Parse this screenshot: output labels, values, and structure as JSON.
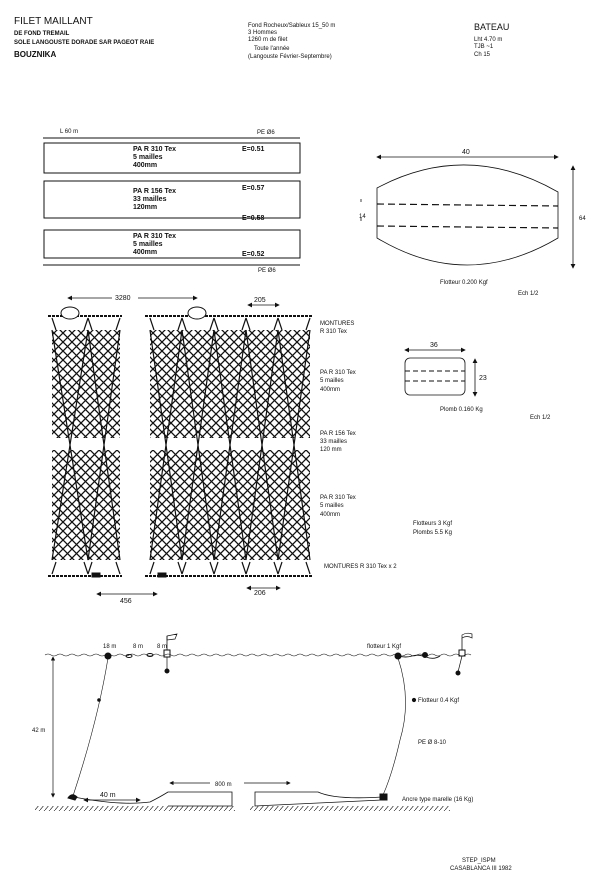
{
  "header": {
    "title": "FILET MAILLANT",
    "subtitle": "DE FOND TREMAIL",
    "species": "SOLE LANGOUSTE DORADE SAR PAGEOT RAIE",
    "location": "BOUZNIKA"
  },
  "conditions": {
    "lines": [
      "Fond Rocheux/Sableux 15_50 m",
      "3 Hommes",
      "1260 m de filet",
      "Toute l'année",
      "(Langouste Février-Septembre)"
    ]
  },
  "boat": {
    "title": "BATEAU",
    "length": "Lht 4.70 m",
    "tjb": "TJB ~1",
    "power": "Ch 15"
  },
  "net_plan": {
    "length_label": "L 60 m",
    "top_rope": "PE Ø6",
    "bottom_rope": "PE Ø6",
    "panels": [
      {
        "lines": [
          "PA R 310 Tex",
          "5 mailles",
          "400mm"
        ],
        "e_top": "E=0.51"
      },
      {
        "lines": [
          "PA R 156 Tex",
          "33 mailles",
          "120mm"
        ],
        "e_top": "E=0.57",
        "e_bottom": "E=0.58"
      },
      {
        "lines": [
          "PA R 310 Tex",
          "5 mailles",
          "400mm"
        ],
        "e_bottom": "E=0.52"
      }
    ]
  },
  "float": {
    "width": "40",
    "hole": "14",
    "height": "64",
    "caption": "Flotteur 0.200 Kgf",
    "scale": "Ech 1/2"
  },
  "lead": {
    "width": "36",
    "height": "23",
    "caption": "Plomb 0.160 Kg",
    "scale": "Ech 1/2"
  },
  "mesh_detail": {
    "dim_top": "3280",
    "dim_top_right": "205",
    "dim_bottom_left": "456",
    "dim_bottom_right": "206",
    "labels": {
      "top_mounting": [
        "MONTURES",
        "R 310 Tex"
      ],
      "outer_top": [
        "PA R 310 Tex",
        "5 mailles",
        "400mm"
      ],
      "inner": [
        "PA R 156 Tex",
        "33 mailles",
        "120 mm"
      ],
      "outer_bottom": [
        "PA R 310 Tex",
        "5 mailles",
        "400mm"
      ],
      "bottom_mounting": "MONTURES R 310 Tex x 2"
    }
  },
  "totals": {
    "floats": "Flotteurs  3 Kgf",
    "leads": "Plombs   5.5 Kg"
  },
  "rigging": {
    "depth": "42 m",
    "spacing": [
      "18 m",
      "8 m",
      "8 m"
    ],
    "surface_float": "flotteur 1 Kgf",
    "mid_float": "Flotteur  0.4 Kgf",
    "rope": "PE Ø 8-10",
    "net_length": "800 m",
    "lead_length": "40 m",
    "anchor": "Ancre type marelle (16 Kg)"
  },
  "credit": {
    "line1": "STEP_ISPM",
    "line2": "CASABLANCA III 1982"
  }
}
